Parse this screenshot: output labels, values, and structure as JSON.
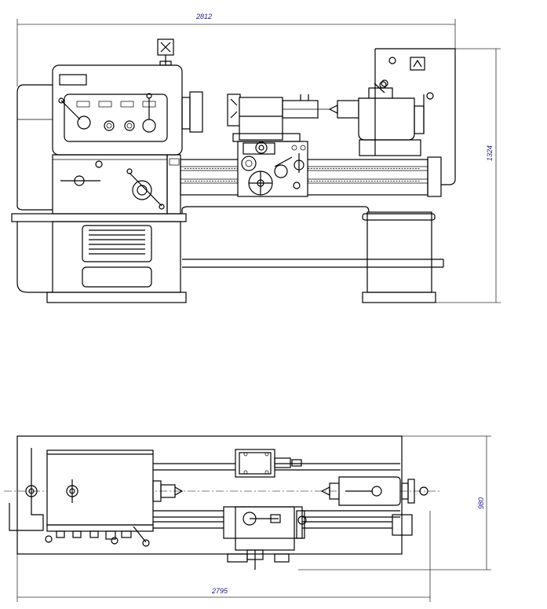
{
  "drawing": {
    "front_view": {
      "overall_length": "2812",
      "overall_height": "1324"
    },
    "top_view": {
      "overall_length": "2795",
      "overall_width": "980"
    }
  },
  "colors": {
    "line": "#000000",
    "dimension_text": "#1a1a8a"
  }
}
